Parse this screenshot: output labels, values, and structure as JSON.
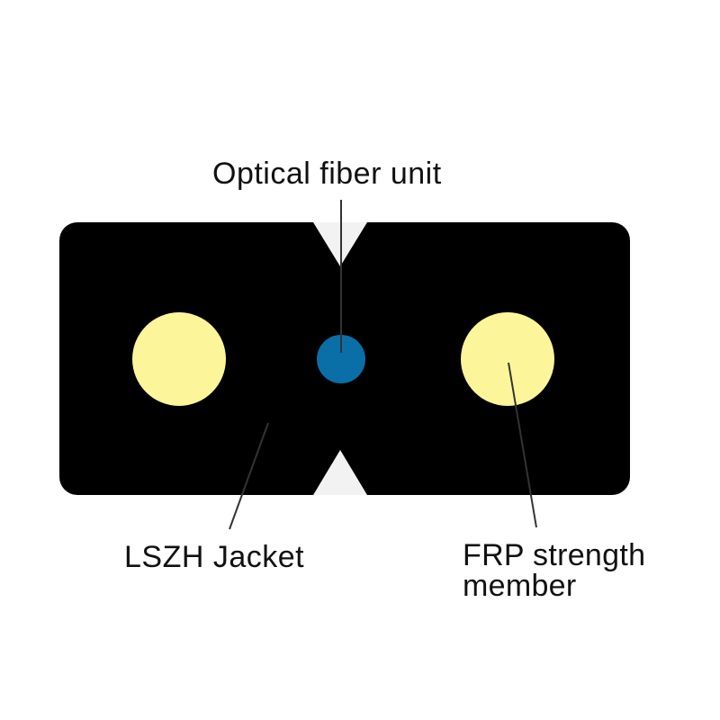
{
  "diagram": {
    "labels": {
      "optical_fiber_unit": "Optical fiber unit",
      "jacket": "LSZH Jacket",
      "frp_line1": "FRP strength",
      "frp_line2": "member"
    },
    "colors": {
      "jacket": "#000000",
      "notch": "#f2f2f2",
      "strength_member": "#fdf59a",
      "fiber_unit": "#0a6fa7",
      "leader_line": "#333333",
      "text": "#111111"
    }
  }
}
